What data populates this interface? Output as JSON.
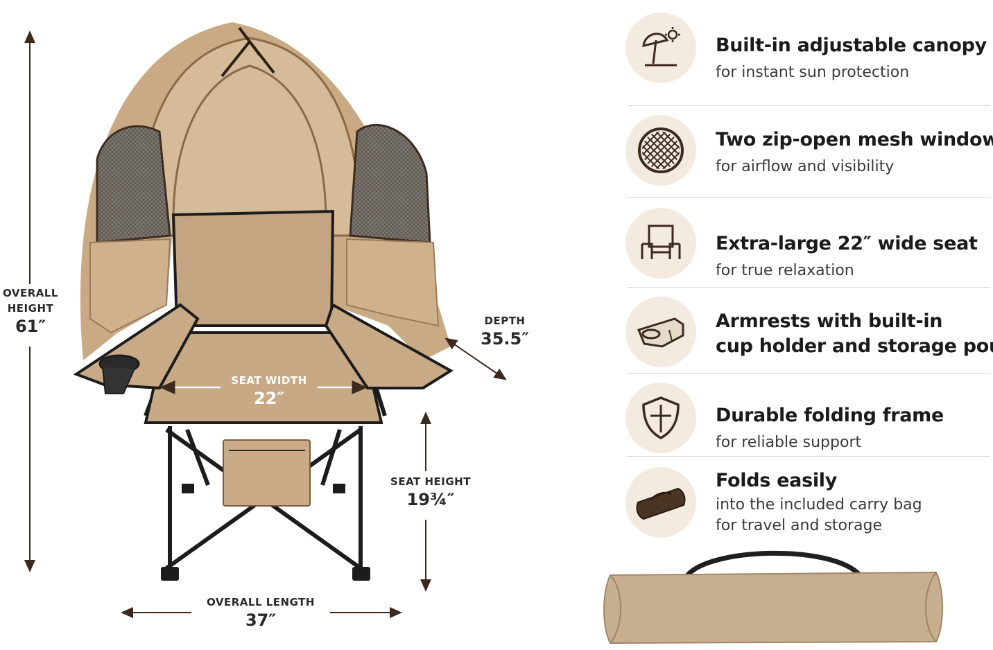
{
  "dimensions": {
    "overall_height": {
      "caption_1": "OVERALL",
      "caption_2": "HEIGHT",
      "value": "61″"
    },
    "depth": {
      "caption": "DEPTH",
      "value": "35.5″"
    },
    "seat_width": {
      "caption": "SEAT WIDTH",
      "value": "22″"
    },
    "seat_height": {
      "caption": "SEAT HEIGHT",
      "value": "19¾″"
    },
    "overall_length": {
      "caption": "OVERALL LENGTH",
      "value": "37″"
    }
  },
  "features": [
    {
      "icon": "canopy-sun-icon",
      "title": "Built-in adjustable canopy",
      "sub": [
        "for instant sun protection"
      ]
    },
    {
      "icon": "mesh-window-icon",
      "title": "Two zip-open mesh windows",
      "sub": [
        "for airflow and visibility"
      ]
    },
    {
      "icon": "chair-seat-icon",
      "title": "Extra-large 22″ wide seat",
      "sub": [
        "for true relaxation"
      ]
    },
    {
      "icon": "cup-holder-icon",
      "title_lines": [
        "Armrests with built-in",
        "cup holder and storage pouch"
      ],
      "sub": []
    },
    {
      "icon": "shield-frame-icon",
      "title": "Durable folding frame",
      "sub": [
        "for reliable support"
      ]
    },
    {
      "icon": "carry-bag-icon",
      "title": "Folds easily",
      "sub": [
        "into the included carry bag",
        "for travel and storage"
      ]
    }
  ],
  "colors": {
    "tan": "#c9ad8a",
    "tan_dark": "#b39270",
    "mesh": "#6b6660",
    "frame": "#1c1c1c",
    "accent_brown": "#4a3424",
    "icon_bg": "#f3ebe0",
    "arrow": "#3b2a1e"
  }
}
